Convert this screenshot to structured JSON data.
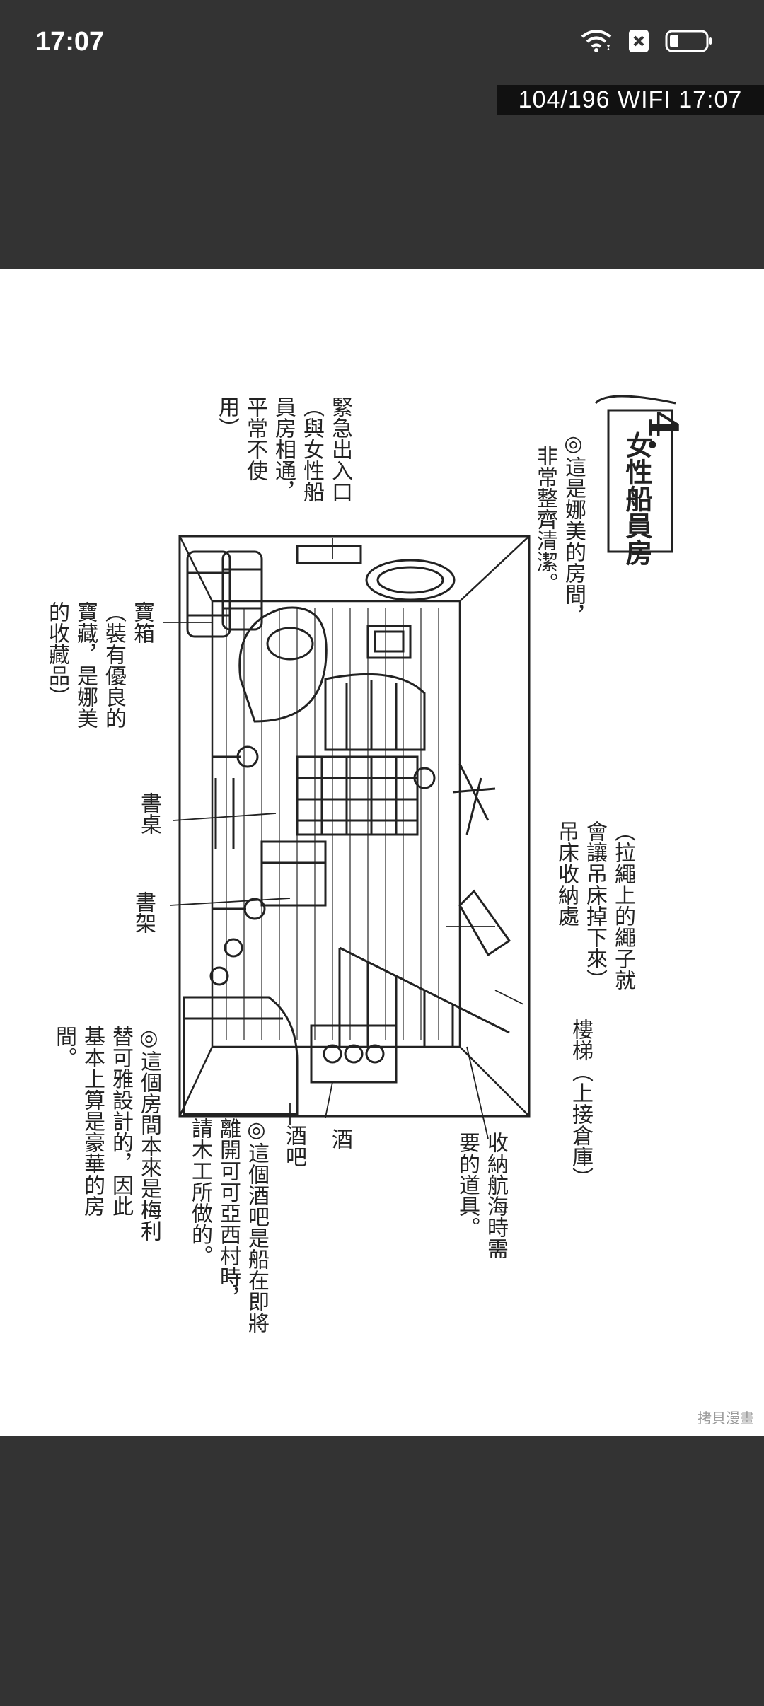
{
  "status_bar": {
    "time": "17:07",
    "icons": [
      "wifi-icon",
      "close-box-icon",
      "battery-icon"
    ]
  },
  "reader": {
    "info": "104/196  WIFI  17:07"
  },
  "page": {
    "number": "4.",
    "title": "女性船員房",
    "labels": {
      "note_room": "◎這是娜美的房間，\n  非常整齊清潔。",
      "emergency_exit": "緊急出入口\n（與女性船\n員房相通，\n平常不使\n用）",
      "treasure_box": "寶箱\n（裝有優良的\n寶藏，是娜美\n的收藏品）",
      "desk": "書桌",
      "bookshelf": "書架",
      "hammock": "（拉繩上的繩子就\n會讓吊床掉下來）\n吊床收納處",
      "stairs": "樓梯（上接倉庫）",
      "storage": "收納航海時需\n要的道具。",
      "wine": "酒",
      "bar": "酒吧",
      "note_bar": "◎這個酒吧是船在即將\n離開可可亞西村時，\n請木工所做的。",
      "note_design": "◎這個房間本來是梅利\n替可雅設計的，因此\n基本上算是豪華的房\n間。"
    },
    "watermark": "拷貝漫畫"
  }
}
